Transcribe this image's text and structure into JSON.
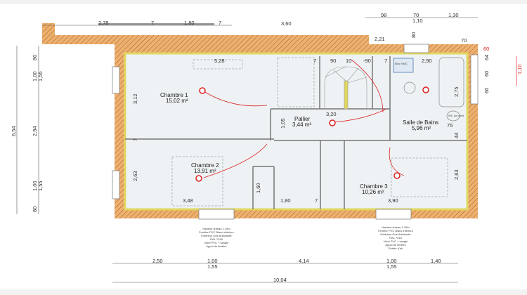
{
  "rooms": [
    {
      "name": "Chambre 1",
      "area": "15,02 m²"
    },
    {
      "name": "Chambre 2",
      "area": "13,91 m²"
    },
    {
      "name": "Pallier",
      "area": "3,44 m²"
    },
    {
      "name": "Salle de Bains",
      "area": "5,96 m²"
    },
    {
      "name": "Chambre 3",
      "area": "10,26 m²"
    }
  ],
  "fixtures": {
    "vmc": "Bloc VMC",
    "wc": "WC sur pied"
  },
  "dims_top": [
    "2,78",
    "7",
    "1,80",
    "7",
    "3,60",
    "98",
    "70",
    "1,10",
    "1,30",
    "2,21",
    "70",
    "80",
    "64",
    "60",
    "60"
  ],
  "dims_top_red": [
    "1,10",
    "60"
  ],
  "dims_inner": [
    "5,28",
    "3,12",
    "7",
    "2,63",
    "3,48",
    "1,60",
    "1,80",
    "7",
    "3,90",
    "3,20",
    "1,05",
    "75",
    "44",
    "2,63",
    "2,75",
    "2,90",
    "90",
    "10",
    "-90",
    "7",
    "7"
  ],
  "dims_left": [
    "6,54",
    "80",
    "1,00",
    "1,55",
    "2,94",
    "1,00",
    "1,55",
    "80"
  ],
  "dims_bottom": [
    "2,50",
    "1,00",
    "1,55",
    "4,14",
    "1,00",
    "1,55",
    "1,40",
    "10,04"
  ],
  "window_note_left": [
    "Hauteur linteau 2.15m",
    "Fenêtre PVC Blanc intérieur",
    "Extérieur Gris Anthracite",
    "RAL 7016",
    "Volet PVC + sangle",
    "Appui de fenêtre"
  ],
  "window_note_right": [
    "Hauteur linteau 2.15m",
    "Fenêtre PVC Blanc intérieur",
    "Extérieur Gris Anthracite",
    "RAL 7016",
    "Volet PVC + sangle",
    "Appui de fenêtre",
    "Entrée d'air"
  ],
  "colors": {
    "wall": "#e9a15a",
    "insulation": "#e8e070",
    "floor": "#eef2f4",
    "electric": "#d22222",
    "line": "#444444"
  }
}
